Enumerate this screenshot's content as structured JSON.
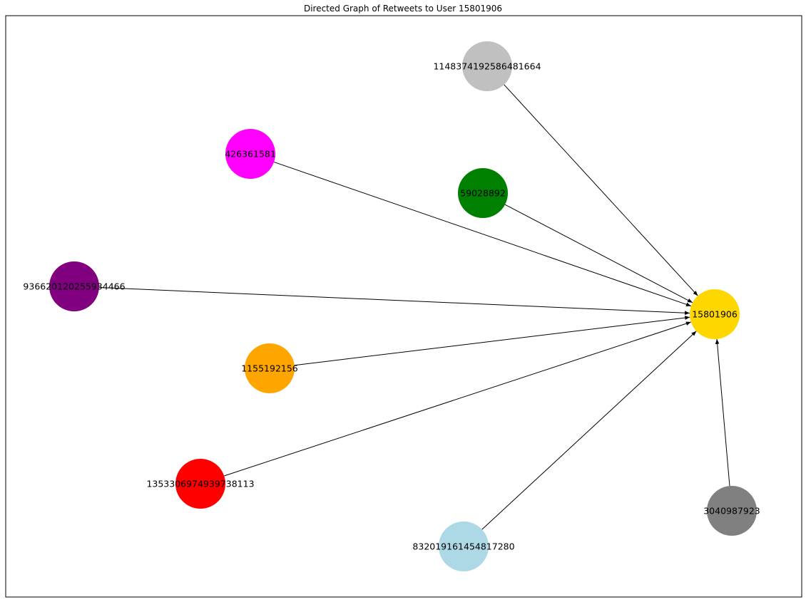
{
  "title": "Directed Graph of Retweets to User 15801906",
  "graph": {
    "target": "15801906",
    "nodes": [
      {
        "id": "15801906",
        "color": "#FFD700"
      },
      {
        "id": "1148374192586481664",
        "color": "#C0C0C0"
      },
      {
        "id": "426361581",
        "color": "#FF00FF"
      },
      {
        "id": "59028892",
        "color": "#008000"
      },
      {
        "id": "936620120255934466",
        "color": "#800080"
      },
      {
        "id": "1155192156",
        "color": "#FFA500"
      },
      {
        "id": "1353306974939738113",
        "color": "#FF0000"
      },
      {
        "id": "832019161454817280",
        "color": "#ADD8E6"
      },
      {
        "id": "3040987923",
        "color": "#808080"
      }
    ],
    "edges": [
      {
        "source": "1148374192586481664",
        "target": "15801906"
      },
      {
        "source": "426361581",
        "target": "15801906"
      },
      {
        "source": "59028892",
        "target": "15801906"
      },
      {
        "source": "936620120255934466",
        "target": "15801906"
      },
      {
        "source": "1155192156",
        "target": "15801906"
      },
      {
        "source": "1353306974939738113",
        "target": "15801906"
      },
      {
        "source": "832019161454817280",
        "target": "15801906"
      },
      {
        "source": "3040987923",
        "target": "15801906"
      }
    ]
  }
}
